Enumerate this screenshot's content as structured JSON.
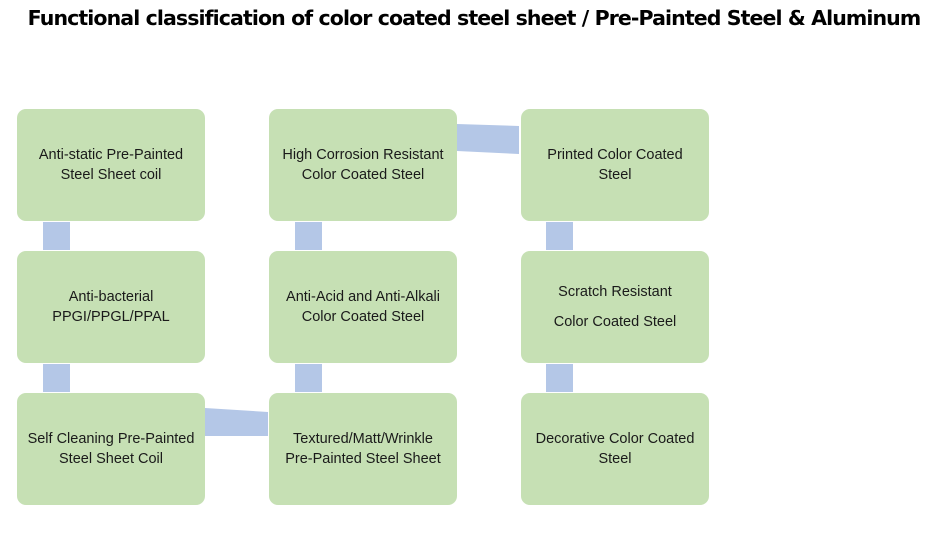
{
  "title": "Functional classification of color coated steel sheet / Pre-Painted Steel & Aluminum",
  "colors": {
    "node_fill": "#c6e0b4",
    "connector_fill": "#b4c7e7",
    "background": "#ffffff"
  },
  "nodes": {
    "anti_static": "Anti-static Pre-Painted Steel Sheet coil",
    "anti_bacterial": "Anti-bacterial PPGI/PPGL/PPAL",
    "self_cleaning": "Self Cleaning Pre-Painted Steel Sheet Coil",
    "high_corrosion": "High Corrosion Resistant Color Coated Steel",
    "anti_acid": "Anti-Acid and Anti-Alkali Color Coated Steel",
    "textured": "Textured/Matt/Wrinkle Pre-Painted Steel Sheet",
    "printed": "Printed Color Coated Steel",
    "scratch_line1": "Scratch Resistant",
    "scratch_line2": "Color Coated Steel",
    "decorative": "Decorative Color Coated Steel"
  }
}
